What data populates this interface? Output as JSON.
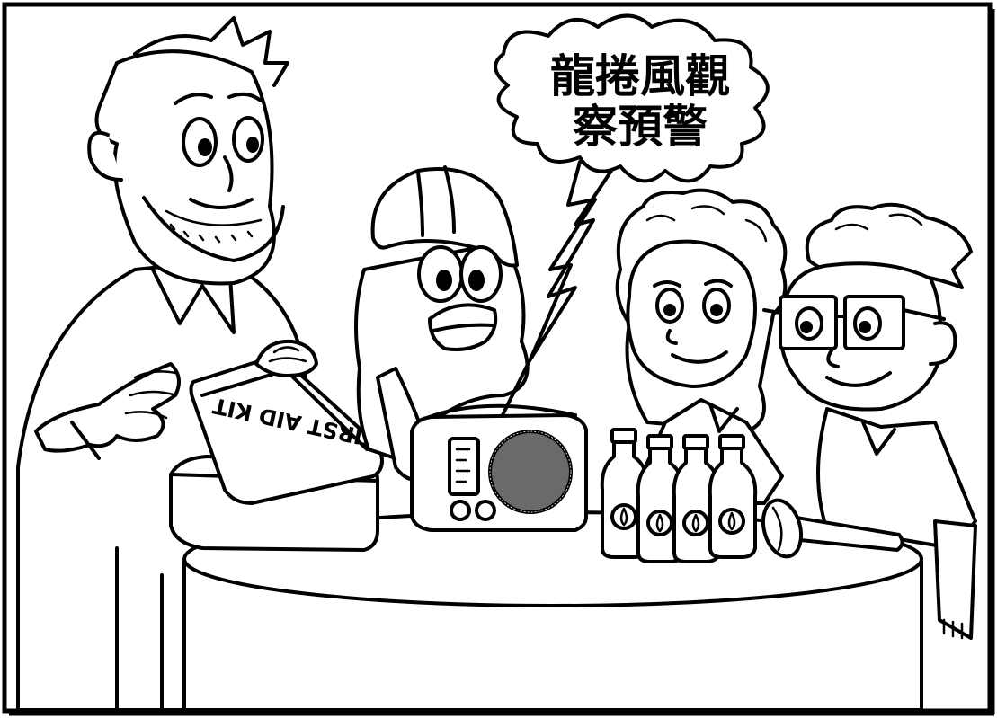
{
  "speech_bubble": {
    "line1": "龍捲風觀",
    "line2": "察預警"
  },
  "first_aid_kit": {
    "label": "FIRST AID KIT"
  },
  "colors": {
    "ink": "#000000",
    "paper": "#ffffff"
  }
}
